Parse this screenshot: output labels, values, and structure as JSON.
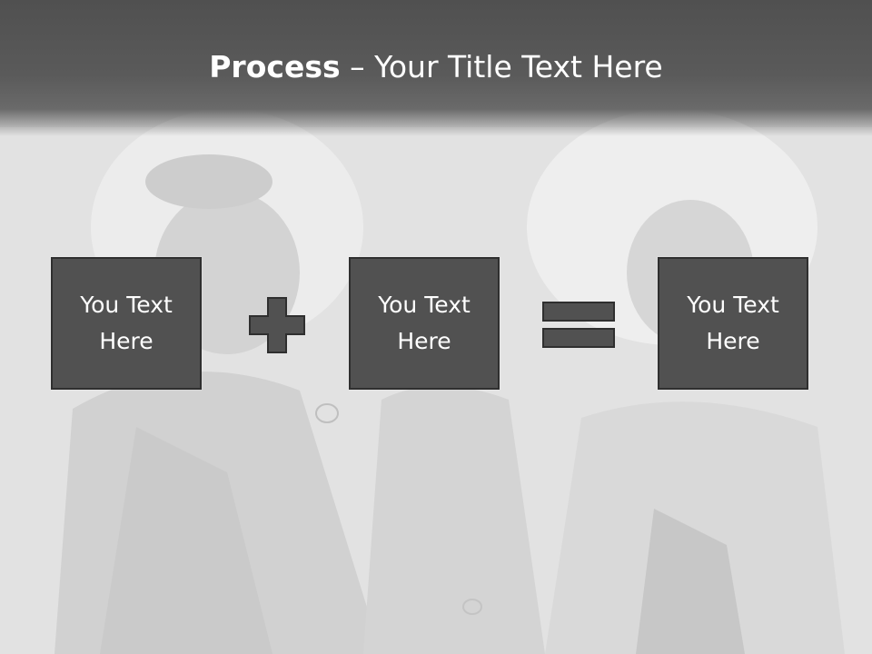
{
  "title": {
    "bold": "Process",
    "rest": " – Your Title Text Here"
  },
  "boxes": [
    {
      "line1": "You Text",
      "line2": "Here"
    },
    {
      "line1": "You Text",
      "line2": "Here"
    },
    {
      "line1": "You Text",
      "line2": "Here"
    }
  ],
  "icons": {
    "operator1": "plus-icon",
    "operator2": "equals-icon"
  },
  "colors": {
    "title_bar": "#505050",
    "box_fill": "#515151",
    "box_border": "#2f2f2f",
    "text": "#ffffff",
    "background": "#d9d9d9"
  }
}
